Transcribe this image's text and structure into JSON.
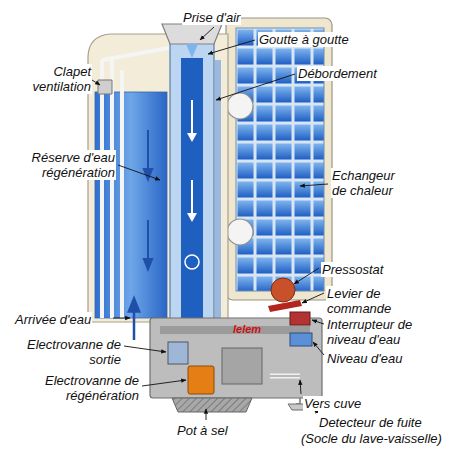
{
  "diagram": {
    "labels": [
      "Prise d'air",
      "Goutte à goutte",
      "Clapet ventilation",
      "Débordement",
      "Réserve d'eau régénération",
      "Echangeur de chaleur",
      "Pressostat",
      "Levier de commande",
      "Interrupteur de niveau d'eau",
      "Niveau d'eau",
      "Arrivée d'eau",
      "Electrovanne de sortie",
      "Electrovanne de régénération",
      "Vers cuve",
      "Pot à sel",
      "Detecteur de fuite",
      "(Socle du lave-vaisselle)",
      "lelem"
    ]
  }
}
